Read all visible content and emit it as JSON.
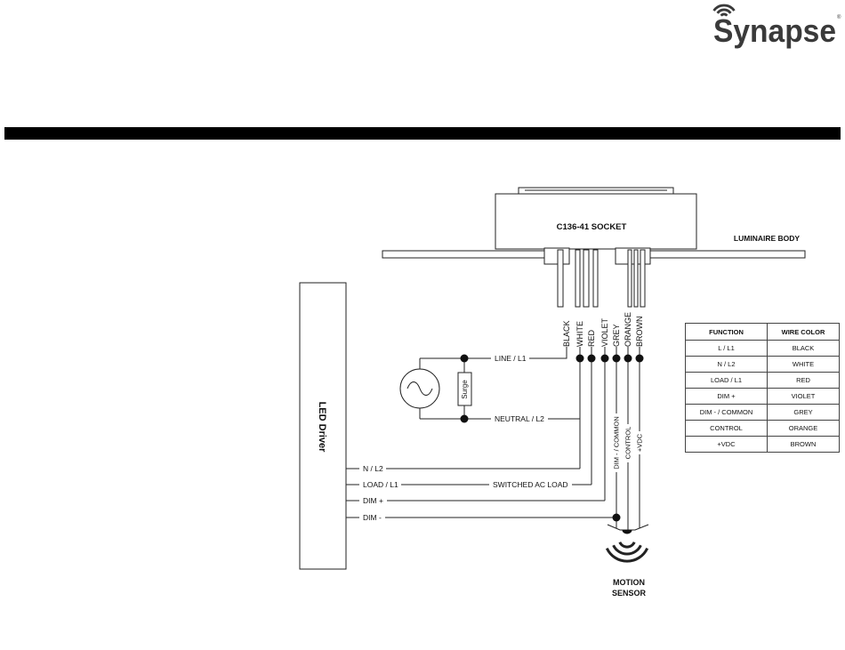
{
  "brand": {
    "name": "Synapse",
    "registered": "®"
  },
  "diagram": {
    "socket_label": "C136-41 SOCKET",
    "luminaire_label": "LUMINAIRE BODY",
    "driver_label": "LED Driver",
    "surge_label": "Surge",
    "wire_colors": [
      "BLACK",
      "WHITE",
      "RED",
      "VIOLET",
      "GREY",
      "ORANGE",
      "BROWN"
    ],
    "lines": {
      "line_l1": "LINE / L1",
      "neutral_l2": "NEUTRAL / L2",
      "n_l2": "N / L2",
      "load_l1": "LOAD / L1",
      "switched_ac_load": "SWITCHED AC LOAD",
      "dim_plus": "DIM +",
      "dim_minus": "DIM -"
    },
    "sensor_leads": [
      "DIM - / COMMON",
      "CONTROL",
      "+VDC"
    ],
    "sensor_label": {
      "line1": "MOTION",
      "line2": "SENSOR"
    }
  },
  "wire_table": {
    "headers": [
      "FUNCTION",
      "WIRE COLOR"
    ],
    "rows": [
      {
        "function": "L / L1",
        "color": "BLACK"
      },
      {
        "function": "N / L2",
        "color": "WHITE"
      },
      {
        "function": "LOAD / L1",
        "color": "RED"
      },
      {
        "function": "DIM +",
        "color": "VIOLET"
      },
      {
        "function": "DIM - / COMMON",
        "color": "GREY"
      },
      {
        "function": "CONTROL",
        "color": "ORANGE"
      },
      {
        "function": "+VDC",
        "color": "BROWN"
      }
    ]
  }
}
